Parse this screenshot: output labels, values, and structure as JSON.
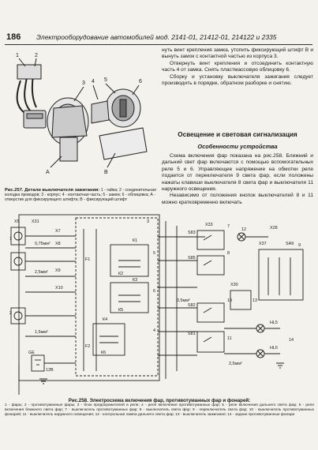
{
  "header": {
    "page_number": "186",
    "title": "Электрооборудование автомобилей мод. 2141-01, 21412-01, 214122 и 2335"
  },
  "right_column_top": [
    "нуть винт крепления замка, утопить фиксирующий штифт В и вынуть замок с контактной частью из корпуса 3.",
    "Отвернуть винт крепления и отсоединить контактную часть 4 от замка. Снять пластмассовую облицовку 6.",
    "Сборку и установку выключателя зажигания следует производить в порядке, обратном разборке и снятию."
  ],
  "section": {
    "title": "Освещение и световая сигнализация",
    "subtitle": "Особенности устройства",
    "paragraphs": [
      "Схема включения фар показана на рис.258. Ближний и дальний свет фар включаются с помощью вспомогательных реле 5 и 6. Управляющее напряжение на обмотки реле подается от переключателя 9 света фар, если положены нажаты клавиши выключателя 8 света фар и выключателя 11 наружного освещения.",
      "Независимо от положения кнопок выключателей 8 и 11 можно кратковременно включать"
    ]
  },
  "figure1": {
    "caption_title": "Рис.257. Детали выключателя зажигания:",
    "caption_text": "1 - гайка; 2 - соединительная колодка проводов; 3 - корпус; 4 - контактная часть; 5 - замок; 6 - облицовка; А - отверстие для фиксирующего штифта; В - фиксирующий штифт",
    "labels": {
      "l1": "1",
      "l2": "2",
      "l3": "3",
      "l4": "4",
      "l5": "5",
      "l6": "6",
      "lA": "А",
      "lB": "В"
    }
  },
  "figure2": {
    "title": "Рис.258. Электросхема включения фар, противотуманных фар и фонарей:",
    "caption": "1 - фары; 2 - противотуманные фары; 3 - блок предохранителей и реле; 4 - реле включения противотуманных фар; 5 - реле включения дальнего света фар; 6 - реле включения ближнего света фар; 7 - выключатель противотуманных фар; 8 - выключатель света фар; 9 - переключатель света фар; 10 - выключатель противотуманных фонарей; 11 - выключатель наружного освещения; 12 - контрольная лампа дальнего света фар; 13 - выключатель зажигания; 14 - задние противотуманные фонари",
    "labels": {
      "x5": "Х5",
      "x31": "Х31",
      "x7": "Х7",
      "x8": "Х8",
      "x9": "Х9",
      "x10": "Х10",
      "x33": "Х33",
      "x28": "Х28",
      "x37": "Х37",
      "x30": "Х30",
      "k1": "К1",
      "k2": "К2",
      "k3": "К3",
      "k4": "К4",
      "k5": "К5",
      "k6": "К6",
      "f1": "F1",
      "f2": "F2",
      "s83": "S83",
      "s85": "S85",
      "s82": "S82",
      "s81": "S81",
      "sa9": "SA9",
      "hl5": "HL5",
      "hl6": "HL6",
      "ge": "GE",
      "g": "12В",
      "n1": "1",
      "n2": "2",
      "n3": "3",
      "n4": "4",
      "n5": "5",
      "n6": "6",
      "n7": "7",
      "n8": "8",
      "n9": "9",
      "n10": "10",
      "n11": "11",
      "n12": "12",
      "n13": "13",
      "n14": "14",
      "w1": "0,75мм²",
      "w2": "2,5мм²",
      "w3": "1,5мм²",
      "w4": "0,5мм²",
      "w5": "2,5мм²"
    }
  }
}
